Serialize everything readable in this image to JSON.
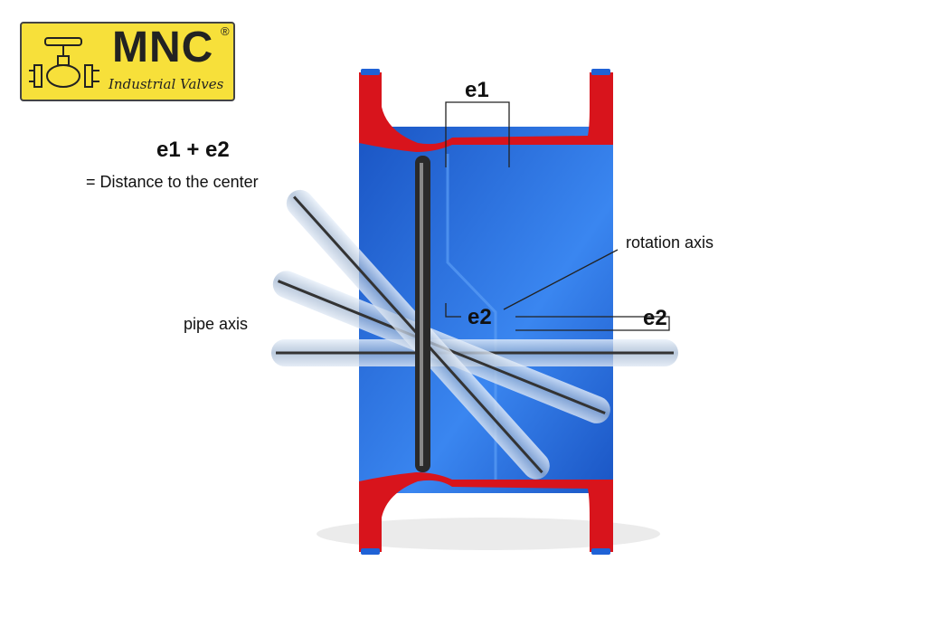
{
  "logo": {
    "brand": "MNC",
    "tagline": "Industrial Valves",
    "registered": "®"
  },
  "formula": {
    "title": "e1 + e2",
    "subtitle": "= Distance to the center"
  },
  "labels": {
    "e1": "e1",
    "e2_inner": "e2",
    "e2_outer": "e2",
    "rotation_axis": "rotation axis",
    "pipe_axis": "pipe axis"
  },
  "colors": {
    "body": "#1f62d6",
    "flange": "#d8141c",
    "logo_bg": "#f7e03a",
    "disc": "#9fb4cf"
  }
}
